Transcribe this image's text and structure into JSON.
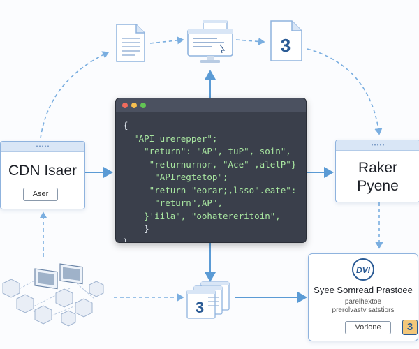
{
  "code_window": {
    "lines": [
      "{",
      "  \"API urerepper\";",
      "    \"return\": \"AP\", tuP\", soin\",",
      "     \"returnurnor, \"Ace\"-,alelP\"}",
      "      \"APIregtetop\";",
      "     \"return \"eorar;,lsso\".eate\":",
      "      \"return\",AP\",",
      "    }'iila\", \"oohatereritoin\",",
      "    }",
      "}"
    ]
  },
  "left_node": {
    "title": "CDN Isaer",
    "button_label": "Aser"
  },
  "right_node": {
    "title_line1": "Raker",
    "title_line2": "Pyene"
  },
  "bottom_right_node": {
    "logo_text": "DVI",
    "title": "Syee Somread Prastoee",
    "subtitle_line1": "parelhextoe",
    "subtitle_line2": "prerolvastv satstiors",
    "button_label": "Vorione",
    "badge": "3"
  },
  "top_right_doc": {
    "badge": "3"
  },
  "bottom_center_docs": {
    "badge": "3"
  },
  "colors": {
    "accent": "#2b5b95",
    "link": "#5b9bd5",
    "code_bg": "#3a3f4b",
    "code_string": "#a8e6a0"
  }
}
